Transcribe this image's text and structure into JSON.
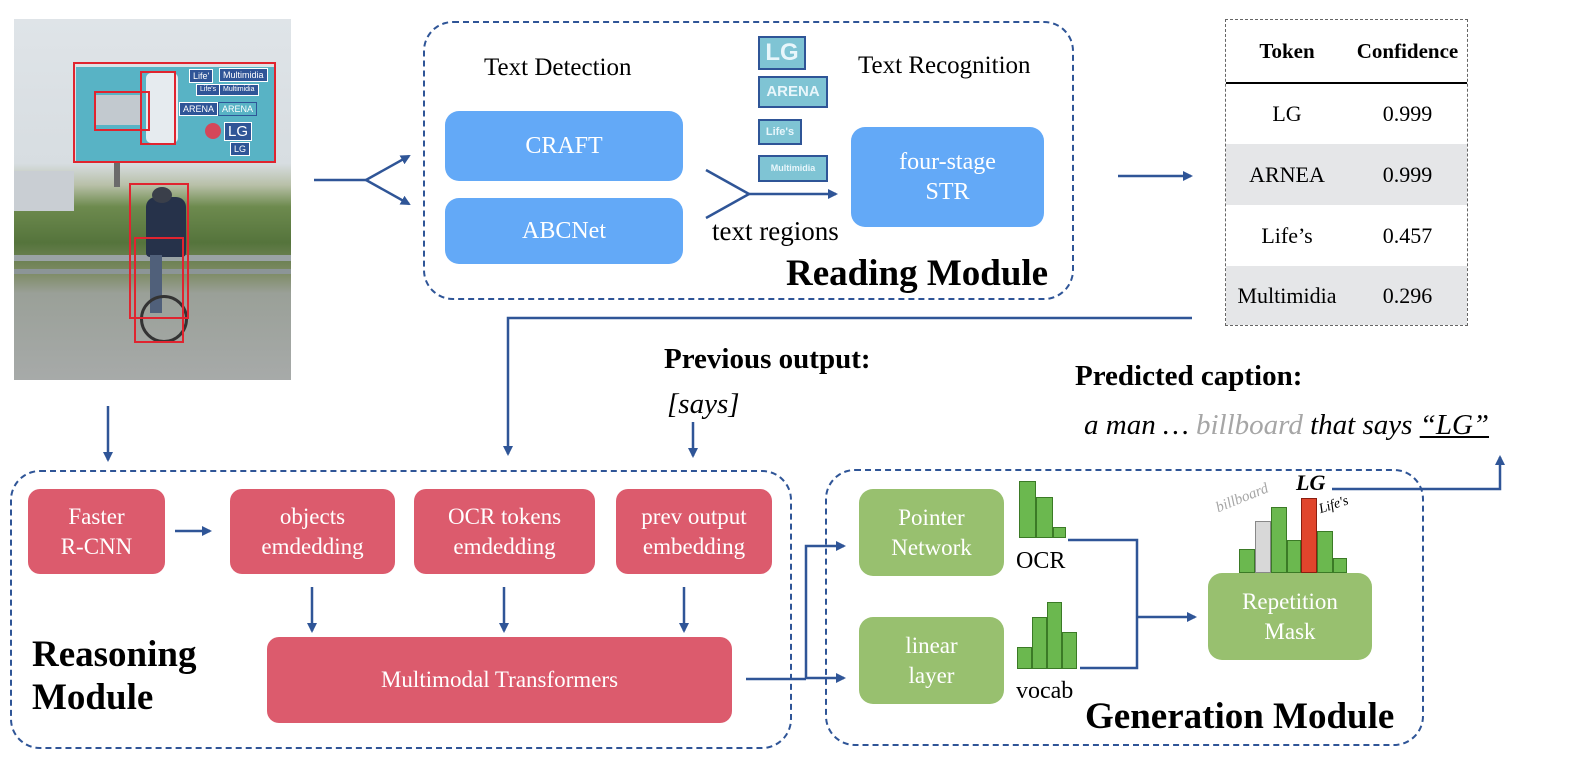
{
  "image": {
    "ocr_tags": [
      "Life'",
      "Multimidia",
      "Life's",
      "Multimidia",
      "ARENA",
      "ARENA",
      "LG",
      "LG"
    ]
  },
  "reading": {
    "text_detection": "Text Detection",
    "text_recognition": "Text Recognition",
    "craft": "CRAFT",
    "abcnet": "ABCNet",
    "text_regions": "text regions",
    "str": "four-stage\nSTR",
    "title": "Reading Module",
    "crops": [
      "LG",
      "ARENA",
      "Life's",
      "Multimidia"
    ]
  },
  "table": {
    "headers": [
      "Token",
      "Confidence"
    ],
    "rows": [
      {
        "token": "LG",
        "confidence": "0.999"
      },
      {
        "token": "ARNEA",
        "confidence": "0.999"
      },
      {
        "token": "Life’s",
        "confidence": "0.457"
      },
      {
        "token": "Multimidia",
        "confidence": "0.296"
      }
    ]
  },
  "reasoning": {
    "faster_rcnn": "Faster\nR-CNN",
    "objects": "objects\nemdedding",
    "ocr_tokens": "OCR tokens\nemdedding",
    "prev_output": "prev output\nembedding",
    "transformers": "Multimodal Transformers",
    "title": "Reasoning\nModule"
  },
  "previous_output": {
    "label": "Previous output:",
    "value": "[says]"
  },
  "caption": {
    "label": "Predicted caption:",
    "part1": "a man …",
    "part2": "billboard",
    "part3": "that says",
    "part4": "“LG”"
  },
  "generation": {
    "pointer": "Pointer\nNetwork",
    "linear": "linear\nlayer",
    "ocr": "OCR",
    "vocab": "vocab",
    "repetition": "Repetition\nMask",
    "title": "Generation Module",
    "word_billboard": "billboard",
    "word_lg": "LG",
    "word_lifes": "Life's"
  },
  "colors": {
    "arrow": "#2f5597",
    "reading_box": "#63a9f7",
    "reasoning_box": "#dc5b6d",
    "generation_box": "#98c06f",
    "highlight_bar": "#e0452c",
    "grey_bar": "#d8d8d8"
  }
}
